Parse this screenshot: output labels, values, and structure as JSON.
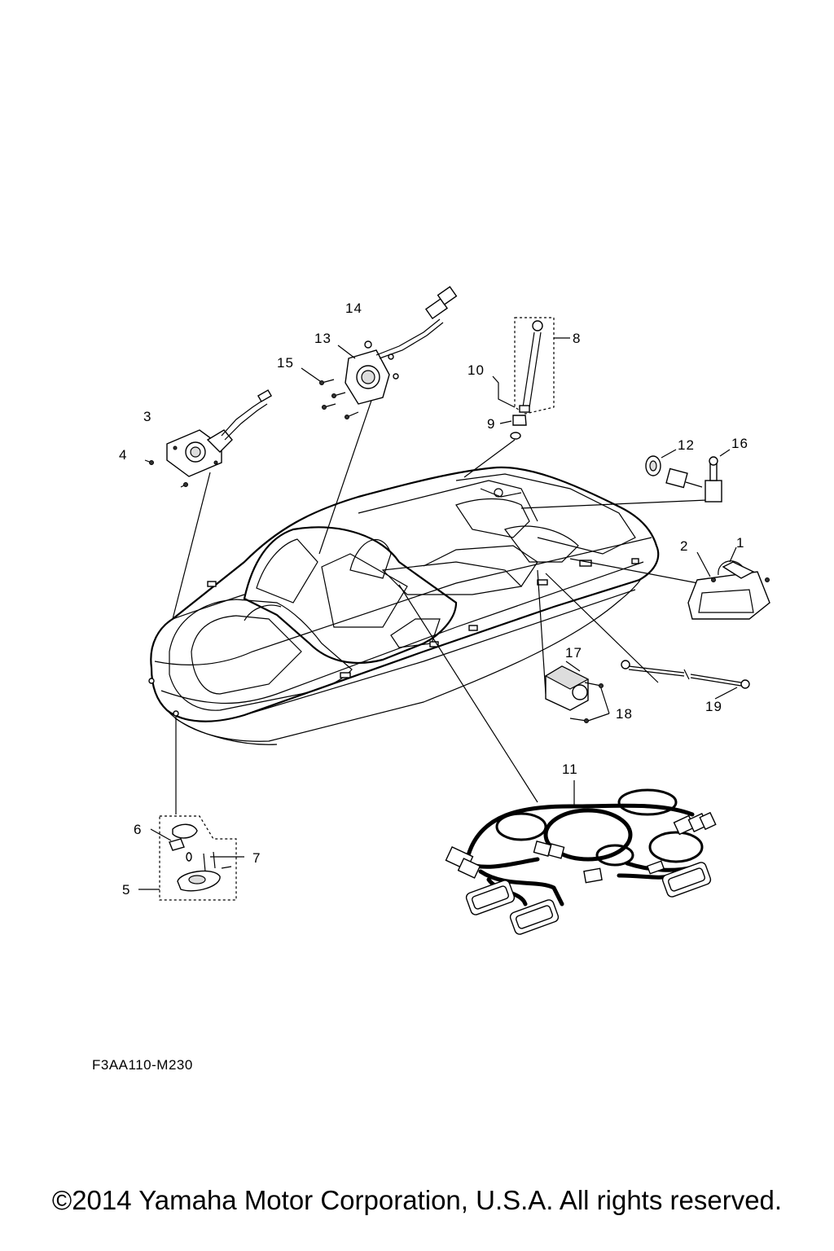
{
  "diagram": {
    "reference_code": "F3AA110-M230",
    "copyright": "©2014 Yamaha Motor Corporation, U.S.A. All rights reserved.",
    "callouts": [
      "1",
      "2",
      "3",
      "4",
      "5",
      "6",
      "7",
      "8",
      "9",
      "10",
      "11",
      "12",
      "13",
      "14",
      "15",
      "16",
      "17",
      "18",
      "19"
    ]
  }
}
